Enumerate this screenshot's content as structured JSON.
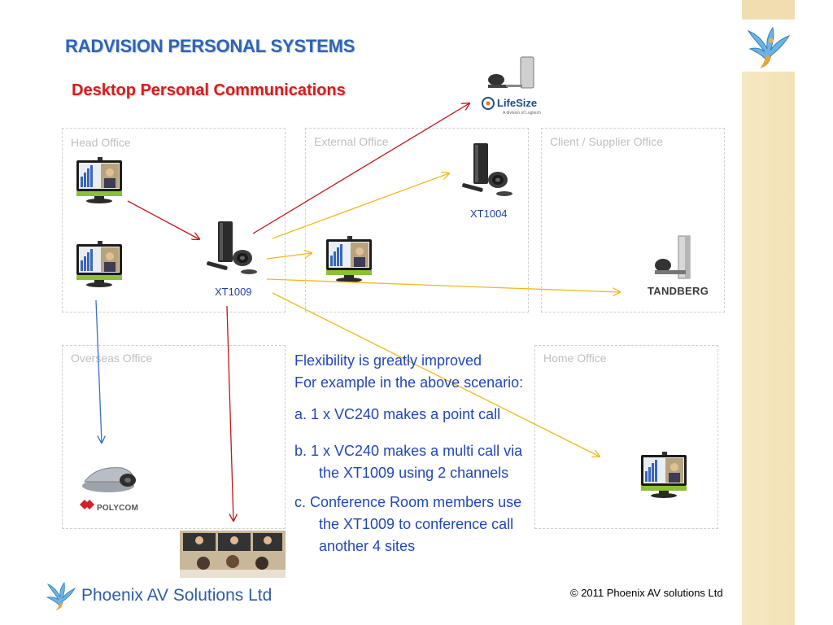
{
  "slide": {
    "title": "RADVISION PERSONAL SYSTEMS",
    "subtitle": "Desktop Personal Communications"
  },
  "offices": {
    "head": "Head Office",
    "external": "External Office",
    "client": "Client / Supplier Office",
    "overseas": "Overseas Office",
    "home": "Home Office"
  },
  "devices": {
    "xt1009": "XT1009",
    "xt1004": "XT1004"
  },
  "brands": {
    "lifesize": "LifeSize",
    "lifesize_tag": "A division of Logitech",
    "tandberg": "TANDBERG",
    "polycom": "POLYCOM"
  },
  "text_block": {
    "line1": "Flexibility is greatly improved",
    "line2": "For example in the above scenario:",
    "item_a": "a.  1 x VC240 makes a point call",
    "item_b1": "b.  1 x VC240 makes a multi call via",
    "item_b2": "the XT1009 using 2 channels",
    "item_c1": "c.  Conference Room members use",
    "item_c2": "the XT1009 to conference call",
    "item_c3": "another 4 sites"
  },
  "footer": {
    "company": "Phoenix AV Solutions Ltd",
    "copyright": "© 2011 Phoenix AV solutions Ltd"
  },
  "colors": {
    "title": "#2e64b4",
    "subtitle": "#d51d1d",
    "arrow_red": "#c0161b",
    "arrow_yellow": "#f0b81e",
    "arrow_blue": "#3a6fc8",
    "sidebar": "#f3e2b6"
  }
}
